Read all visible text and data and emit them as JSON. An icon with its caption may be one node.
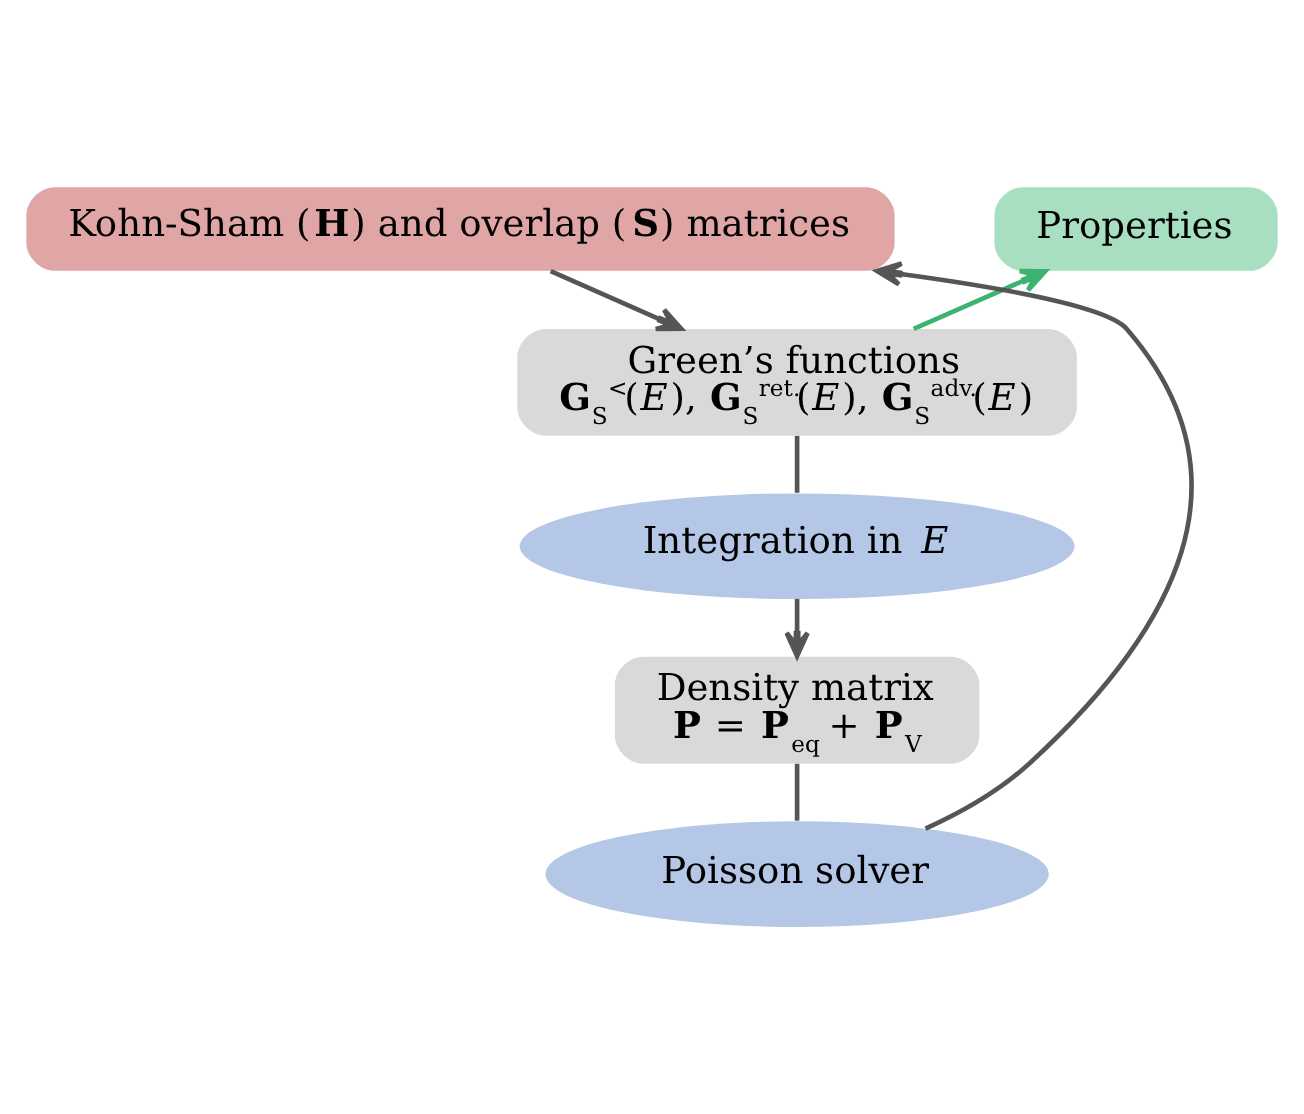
{
  "diagram": {
    "nodes": [
      {
        "text": [
          "Kohn-Sham (**H**) and overlap (**S**) matrices"
        ]
      },
      {
        "text": [
          "Properties"
        ]
      },
      {
        "text": [
          "Green’s functions",
          "**G**$_{S}$$^{<}$(*E*), **G**$_{S}$$^{ret.}$(*E*), **G**$_{S}$$^{adv.}$(*E*)"
        ]
      },
      {
        "text": [
          "Integration in *E*"
        ]
      },
      {
        "text": [
          "Density matrix",
          "**P** = **P**$_{eq}$ + **P**$_{V}$"
        ]
      },
      {
        "text": [
          "Poisson solver"
        ]
      }
    ],
    "edges": [
      {
        "from": 0,
        "to": 2,
        "arrow": "to"
      },
      {
        "from": 2,
        "to": 3,
        "arrow": "none"
      },
      {
        "from": 3,
        "to": 4,
        "arrow": "to"
      },
      {
        "from": 4,
        "to": 5,
        "arrow": "none"
      },
      {
        "from": 5,
        "to": 0,
        "arrow": "to"
      },
      {
        "from": 2,
        "to": 1,
        "arrow": "to",
        "color": "#3cb371"
      }
    ]
  }
}
